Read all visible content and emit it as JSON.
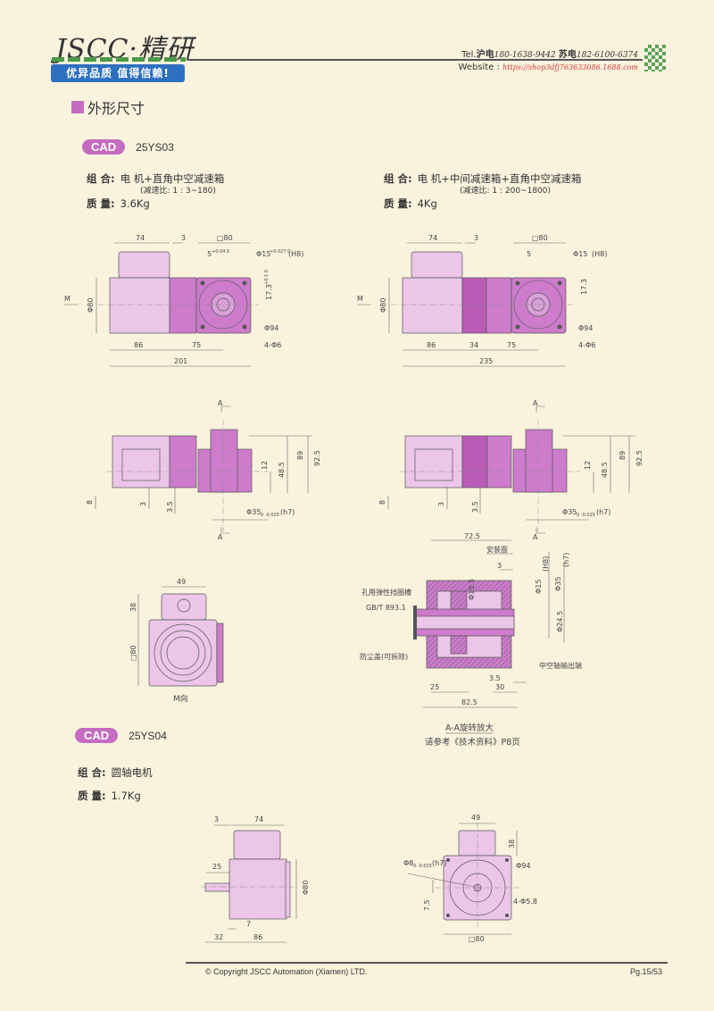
{
  "header": {
    "logo": "JSCC·精研",
    "slogan": "优异品质 值得信赖!",
    "tel_label": "Tel.",
    "tel_sh_label": "沪电",
    "tel_sh": "180-1638-9442",
    "tel_js_label": "苏电",
    "tel_js": "182-6100-6374",
    "website_label": "Website : ",
    "website_url": "https://shop3dfj763633086.1688.com"
  },
  "section_title": "外形尺寸",
  "products": [
    {
      "badge": "CAD",
      "model": "25YS03",
      "configs": [
        {
          "combo_label": "组 合:",
          "combo": "电 机+直角中空减速箱",
          "ratio": "(减速比: 1 : 3~180)",
          "mass_label": "质 量:",
          "mass": "3.6Kg"
        },
        {
          "combo_label": "组 合:",
          "combo": "电 机+中间减速箱+直角中空减速箱",
          "ratio": "(减速比: 1 : 200~1800)",
          "mass_label": "质 量:",
          "mass": "4Kg"
        }
      ]
    },
    {
      "badge": "CAD",
      "model": "25YS04",
      "combo_label": "组 合:",
      "combo": "圆轴电机",
      "mass_label": "质 量:",
      "mass": "1.7Kg"
    }
  ],
  "drawings": {
    "side1": {
      "d74": "74",
      "d3": "3",
      "sq80": "□80",
      "d5": "5",
      "tol5": "+0.04 0",
      "bore": "Φ15",
      "tol15": "+0.027 0",
      "h8": "(H8)",
      "d173": "17.3",
      "tol173": "+0.1 0",
      "phi80": "Φ80",
      "m": "M",
      "phi94": "Φ94",
      "holes": "4-Φ6",
      "d86": "86",
      "d75": "75",
      "total": "201"
    },
    "side2": {
      "d74": "74",
      "d3": "3",
      "sq80": "□80",
      "d5": "5",
      "bore": "Φ15",
      "h8": "(H8)",
      "d173": "17.3",
      "phi80": "Φ80",
      "m": "M",
      "phi94": "Φ94",
      "holes": "4-Φ6",
      "d86": "86",
      "d34": "34",
      "d75": "75",
      "total": "235"
    },
    "front": {
      "a": "A",
      "d8": "8",
      "d3": "3",
      "d35": "3.5",
      "d12": "12",
      "d485": "48.5",
      "d89": "89",
      "d925": "92.5",
      "phi35": "Φ35",
      "tol35": "0 -0.025",
      "h7": "(h7)"
    },
    "mview": {
      "d49": "49",
      "d38": "38",
      "sq80": "□80",
      "caption": "M向"
    },
    "section": {
      "d725": "72.5",
      "mount": "安装面",
      "d3": "3",
      "phi15": "Φ15",
      "h8": "(H8)",
      "phi35": "Φ35",
      "h7": "(h7)",
      "groove": "孔用弹性挡圈槽",
      "std": "GB/T 893.1",
      "cover": "防尘盖(可拆除)",
      "phi245": "Φ24.5",
      "output": "中空轴输出端",
      "d35": "3.5",
      "d25": "25",
      "d30": "30",
      "d825": "82.5",
      "phi155": "Φ15.5",
      "title": "A-A旋转放大",
      "ref": "请参考《技术资料》P8页"
    },
    "bottom_side": {
      "d3": "3",
      "d74": "74",
      "d25": "25",
      "phi80": "Φ80",
      "d7": "7",
      "d32": "32",
      "d86": "86"
    },
    "bottom_front": {
      "d49": "49",
      "d38": "38",
      "shaft": "Φ8",
      "shaft_tol": "0 -0.015",
      "h7": "(h7)",
      "phi94": "Φ94",
      "d75": "7.5",
      "holes": "4-Φ5.8",
      "sq80": "□80"
    }
  },
  "footer": {
    "copyright": "© Copyright JSCC Automation (Xiamen) LTD.",
    "page": "Pg.15/53"
  },
  "colors": {
    "background": "#f9f3de",
    "accent": "#c46cc0",
    "motor": "#ebc6e8",
    "gearbox": "#cc7ccb",
    "slogan_bg": "#2e6fc0"
  }
}
